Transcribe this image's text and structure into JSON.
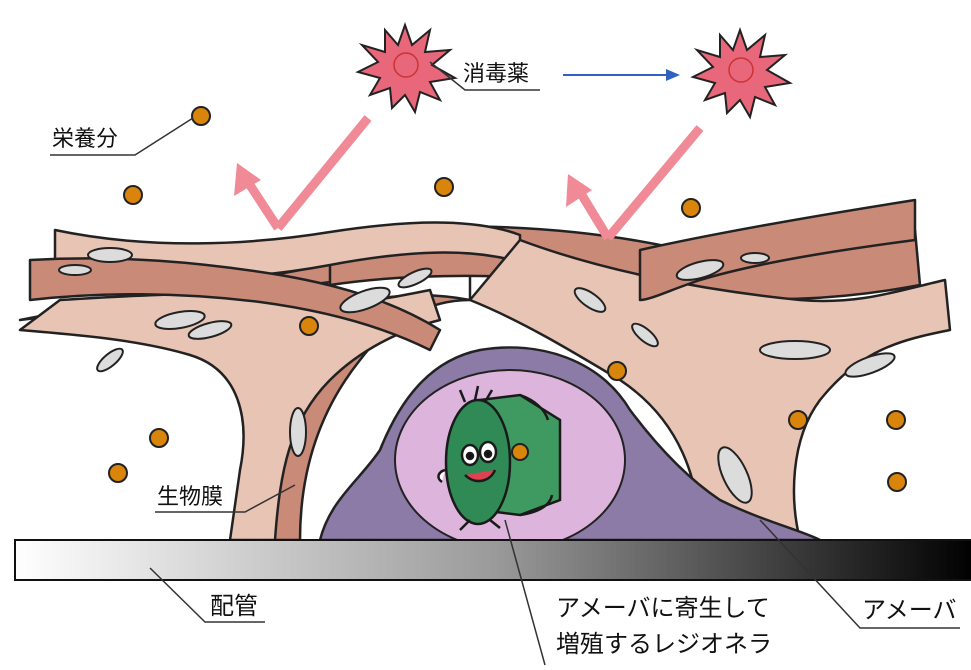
{
  "labels": {
    "disinfectant": "消毒薬",
    "nutrient": "栄養分",
    "biofilm": "生物膜",
    "pipe": "配管",
    "amoeba": "アメーバ",
    "legionella_line1": "アメーバに寄生して",
    "legionella_line2": "増殖するレジオネラ"
  },
  "colors": {
    "biofilm_light": "#e8c4b4",
    "biofilm_dark": "#c98a78",
    "amoeba": "#8c7ba6",
    "amoeba_inner": "#dcb4dc",
    "bacterium": "#2f8a55",
    "disinfectant": "#e8677a",
    "arrow_pink": "#ef8a96",
    "arrow_blue": "#3060c0",
    "nutrient": "#d9840a",
    "pipe_dark": "#000000",
    "pipe_light": "#ffffff"
  },
  "icons": [
    "disinfectant-particle-icon",
    "nutrient-particle-icon",
    "legionella-bacterium-icon"
  ]
}
